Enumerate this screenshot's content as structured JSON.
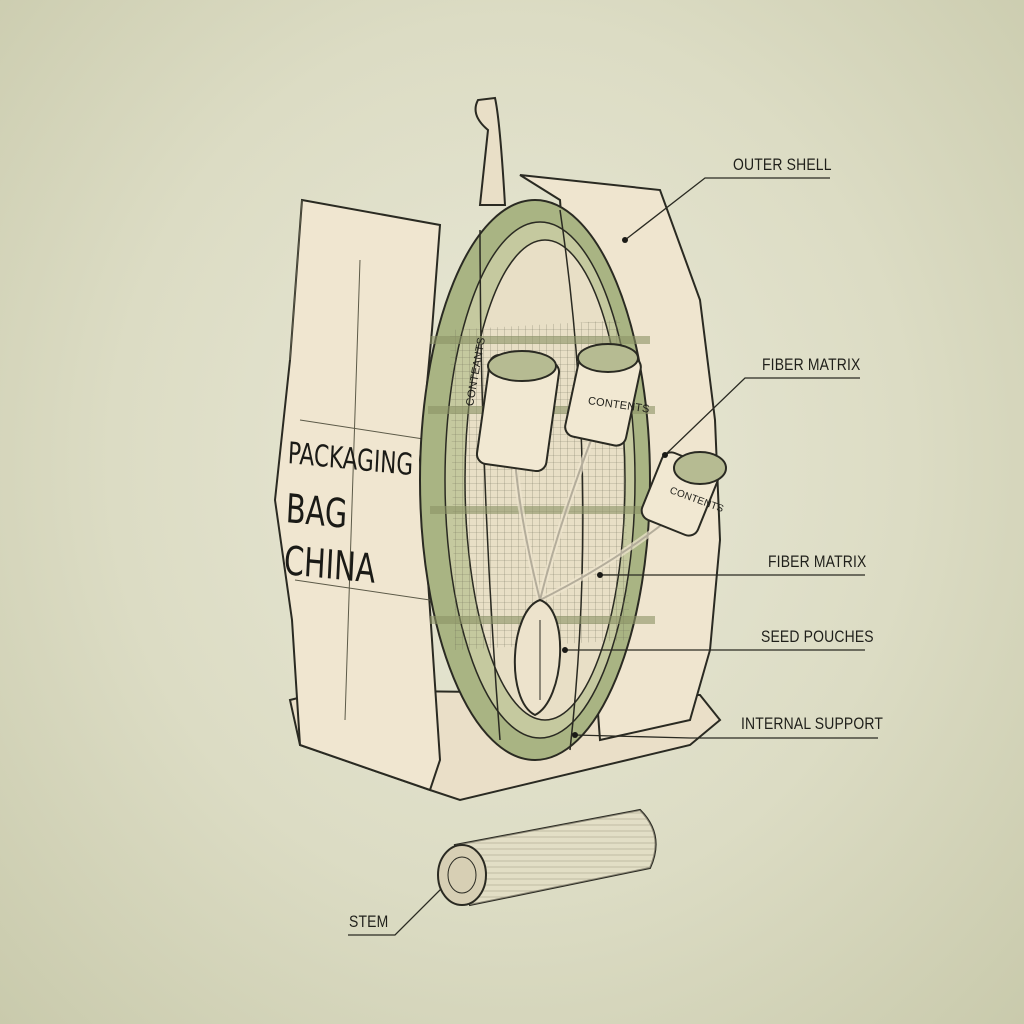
{
  "diagram": {
    "bag_text": [
      "PACKAGING",
      "BAG",
      "CHINA"
    ],
    "callouts": [
      {
        "id": "outer-shell",
        "label": "OUTER SHELL"
      },
      {
        "id": "fiber-matrix-1",
        "label": "FIBER MATRIX"
      },
      {
        "id": "fiber-matrix-2",
        "label": "FIBER MATRIX"
      },
      {
        "id": "seed-pouches",
        "label": "SEED POUCHES"
      },
      {
        "id": "internal-support",
        "label": "INTERNAL SUPPORT"
      },
      {
        "id": "stem",
        "label": "STEM"
      }
    ],
    "container_labels": [
      "CONTEANTS",
      "CONTENTS",
      "CONTENTS"
    ],
    "colors": {
      "background": "#dcdcc4",
      "paper": "#efe6d2",
      "green": "#a9b483",
      "ink": "#2a2a22"
    }
  }
}
